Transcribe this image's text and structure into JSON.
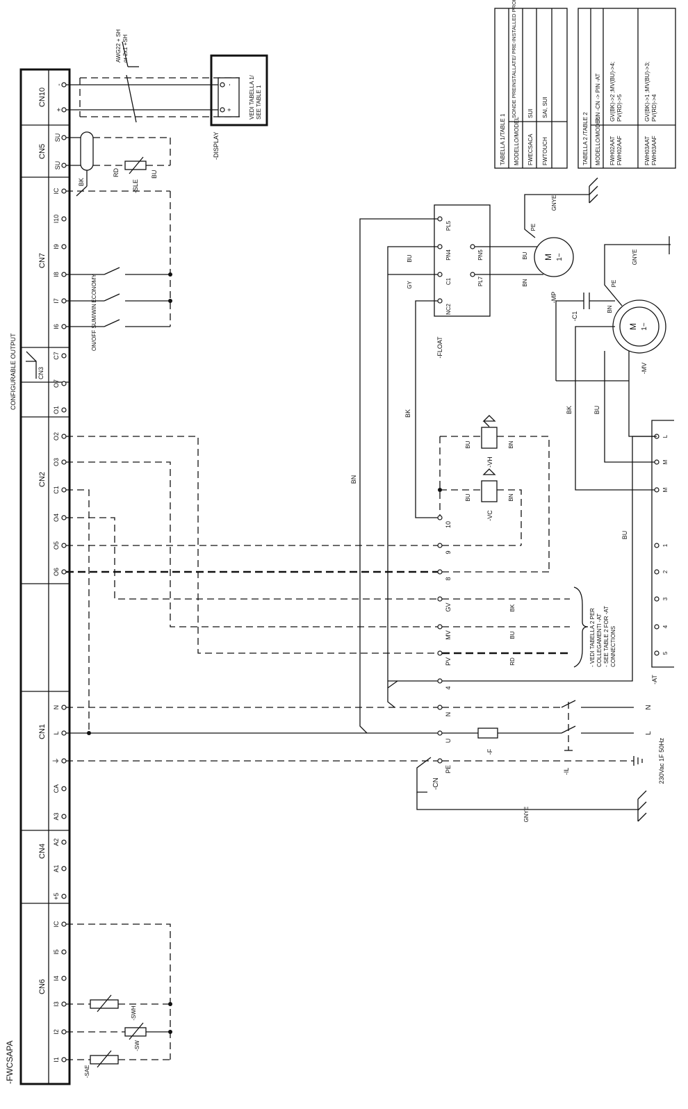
{
  "controller": {
    "name": "-FWCSAPA",
    "configurable_output_label": "CONFIGURABLE OUTPUT",
    "cn3_label": "CN3",
    "connectors": [
      {
        "name": "CN10",
        "pins": [
          "-",
          "+"
        ]
      },
      {
        "name": "CN5",
        "pins": [
          "SU",
          "SU"
        ]
      },
      {
        "name": "CN7",
        "pins": [
          "IC",
          "I10",
          "I9",
          "I8",
          "I7",
          "I6",
          "C7",
          "O7"
        ]
      },
      {
        "name": "CN2",
        "pins": [
          "O1",
          "O2",
          "O3",
          "C1",
          "O4",
          "O5",
          "O6"
        ]
      },
      {
        "name": "CN1",
        "pins": [
          "N",
          "L",
          "⏚"
        ]
      },
      {
        "name": "CN4",
        "pins": [
          "CA",
          "A3",
          "A2",
          "A1",
          "+5"
        ]
      },
      {
        "name": "CN6",
        "pins": [
          "IC",
          "I5",
          "I4",
          "I3",
          "I2",
          "I1"
        ]
      }
    ]
  },
  "labels": {
    "cable": [
      "AWG22 + SH",
      "or 2x1 +SH"
    ],
    "display_tag": "-DISPLAY",
    "display_note": [
      "VEDI TABELLA 1/",
      "SEE TABLE 1"
    ],
    "bk": "BK",
    "rd": "RD",
    "bu": "BU",
    "bn": "BN",
    "gy": "GY",
    "sle": "-SLE",
    "economy": "ECONOMY",
    "sum_win": "SUM/WIN",
    "on_off": "ON/OFF",
    "float": "-FLOAT",
    "mp": "-MP",
    "mv": "-MV",
    "c1": "-C1",
    "vc": "-VC",
    "vh": "-VH",
    "at": "-AT",
    "cn": "-CN",
    "fuse": "-F",
    "switch": "-IL",
    "gnye": "GNYE",
    "motor": "M",
    "phase": "1~",
    "supply": "230Vac 1F 50Hz",
    "neutral": "N",
    "line": "L",
    "sae": "-SAE",
    "sw": "-SW",
    "swh": "-SWH",
    "brace_note": [
      "- VEDI TABELLA 2 PER",
      "COLLEGAMENTI -AT",
      "- SEE TABLE 2 FOR -AT",
      "CONNECTIONS"
    ]
  },
  "float_pins": [
    "PL5",
    "PN4",
    "C1",
    "NC2",
    "PN5",
    "PL7"
  ],
  "terminal_strip": [
    "10",
    "9",
    "8",
    "GV",
    "MV",
    "PV",
    "4",
    "N",
    "U",
    "PE"
  ],
  "at_pins": [
    "L",
    "M",
    "M",
    "1",
    "2",
    "3",
    "4",
    "5"
  ],
  "wire_colors": {
    "gv": "BK",
    "mv": "BU",
    "pv": "RD"
  },
  "table1": {
    "title": "TABELLA 1/TABLE 1",
    "rows": [
      [
        "MODELLO/MODEL",
        "SONDE PREINSTALLATE/ PRE-INSTALLED PROBES"
      ],
      [
        "FWECSACA",
        "SUI"
      ],
      [
        "FWTOUCH",
        "SAI, SUI"
      ]
    ]
  },
  "table2": {
    "title": "TABELLA 2 /TABLE 2",
    "rows": [
      [
        "MODELLO/MODEL",
        "PIN -CN -> PIN -AT"
      ],
      [
        "FWH02AAT\nFWH02AAF",
        "GV(BK)->2 ;MV(BU)->4;\nPV(RD)->5"
      ],
      [
        "FWH03AAT\nFWH03AAF",
        "GV(BK)->1 ;MV(BU)->3;\nPV(RD)->4"
      ]
    ]
  }
}
